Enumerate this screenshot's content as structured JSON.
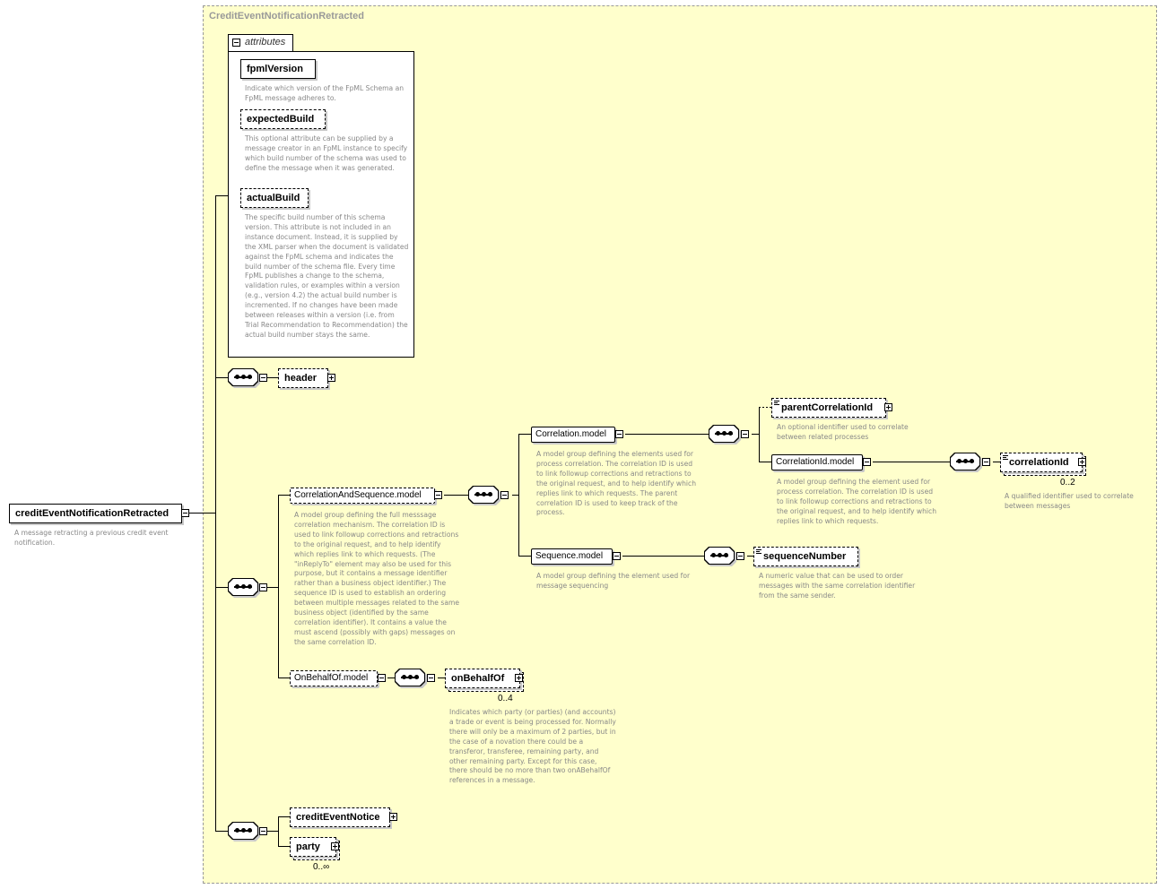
{
  "root": {
    "name": "creditEventNotificationRetracted",
    "doc": "A message retracting a previous credit event notification."
  },
  "complex_type": {
    "title": "CreditEventNotificationRetracted"
  },
  "attributes": {
    "tab_label": "attributes",
    "items": [
      {
        "name": "fpmlVersion",
        "doc": "Indicate which version of the FpML Schema an FpML message adheres to."
      },
      {
        "name": "expectedBuild",
        "doc": "This optional attribute can be supplied by a message creator in an FpML instance to specify which build number of the schema was used to define the message when it was generated."
      },
      {
        "name": "actualBuild",
        "doc": "The specific build number of this schema version. This attribute is not included in an instance document. Instead, it is supplied by the XML parser when the document is validated against the FpML schema and indicates the build number of the schema file. Every time FpML publishes a change to the schema, validation rules, or examples within a version (e.g., version 4.2) the actual build number is incremented. If no changes have been made between releases within a version (i.e. from Trial Recommendation to Recommendation) the actual build number stays the same."
      }
    ]
  },
  "header": {
    "name": "header"
  },
  "correlation_and_sequence": {
    "name": "CorrelationAndSequence.model",
    "doc": "A model group defining the full messsage correlation mechanism. The correlation ID is used to link followup corrections and retractions to the original request, and to help identify which replies link to which requests. (The \"inReplyTo\" element may also be used for this purpose, but it contains a message identifier rather than a business object identifier.) The sequence ID is used to establish an ordering between multiple messages related to the same business object (identified by the same correlation identifier). It contains a value the must ascend (possibly with gaps) messages on the same correlation ID."
  },
  "correlation_model": {
    "name": "Correlation.model",
    "doc": "A model group defining the elements used for process correlation. The correlation ID is used to link followup corrections and retractions to the original request, and to help identify which replies link to which requests. The parent correlation ID is used to keep track of the process."
  },
  "parent_correlation_id": {
    "name": "parentCorrelationId",
    "doc": "An optional identifier used to correlate between related processes"
  },
  "correlation_id_model": {
    "name": "CorrelationId.model",
    "doc": "A model group defining the element used for process correlation. The correlation ID is used to link followup corrections and retractions to the original request, and to help identify which replies link to which requests."
  },
  "correlation_id": {
    "name": "correlationId",
    "occurs": "0..2",
    "doc": "A qualified identifier used to correlate between messages"
  },
  "sequence_model": {
    "name": "Sequence.model",
    "doc": "A model group defining the element used for message sequencing"
  },
  "sequence_number": {
    "name": "sequenceNumber",
    "doc": "A numeric value that can be used to order messages with the same correlation identifier from the same sender."
  },
  "on_behalf_of_model": {
    "name": "OnBehalfOf.model"
  },
  "on_behalf_of": {
    "name": "onBehalfOf",
    "occurs": "0..4",
    "doc": "Indicates which party (or parties) (and accounts) a trade or event is being processed for. Normally there will only be a maximum of 2 parties, but in the case of a novation there could be a transferor, transferee, remaining party, and other remaining party. Except for this case, there should be no more than two onABehalfOf references in a message."
  },
  "credit_event_notice": {
    "name": "creditEventNotice"
  },
  "party": {
    "name": "party",
    "occurs": "0..∞"
  },
  "colors": {
    "type_fill": "#ffffcc",
    "type_border": "#999999",
    "doc_text": "#888888",
    "line": "#000000"
  }
}
